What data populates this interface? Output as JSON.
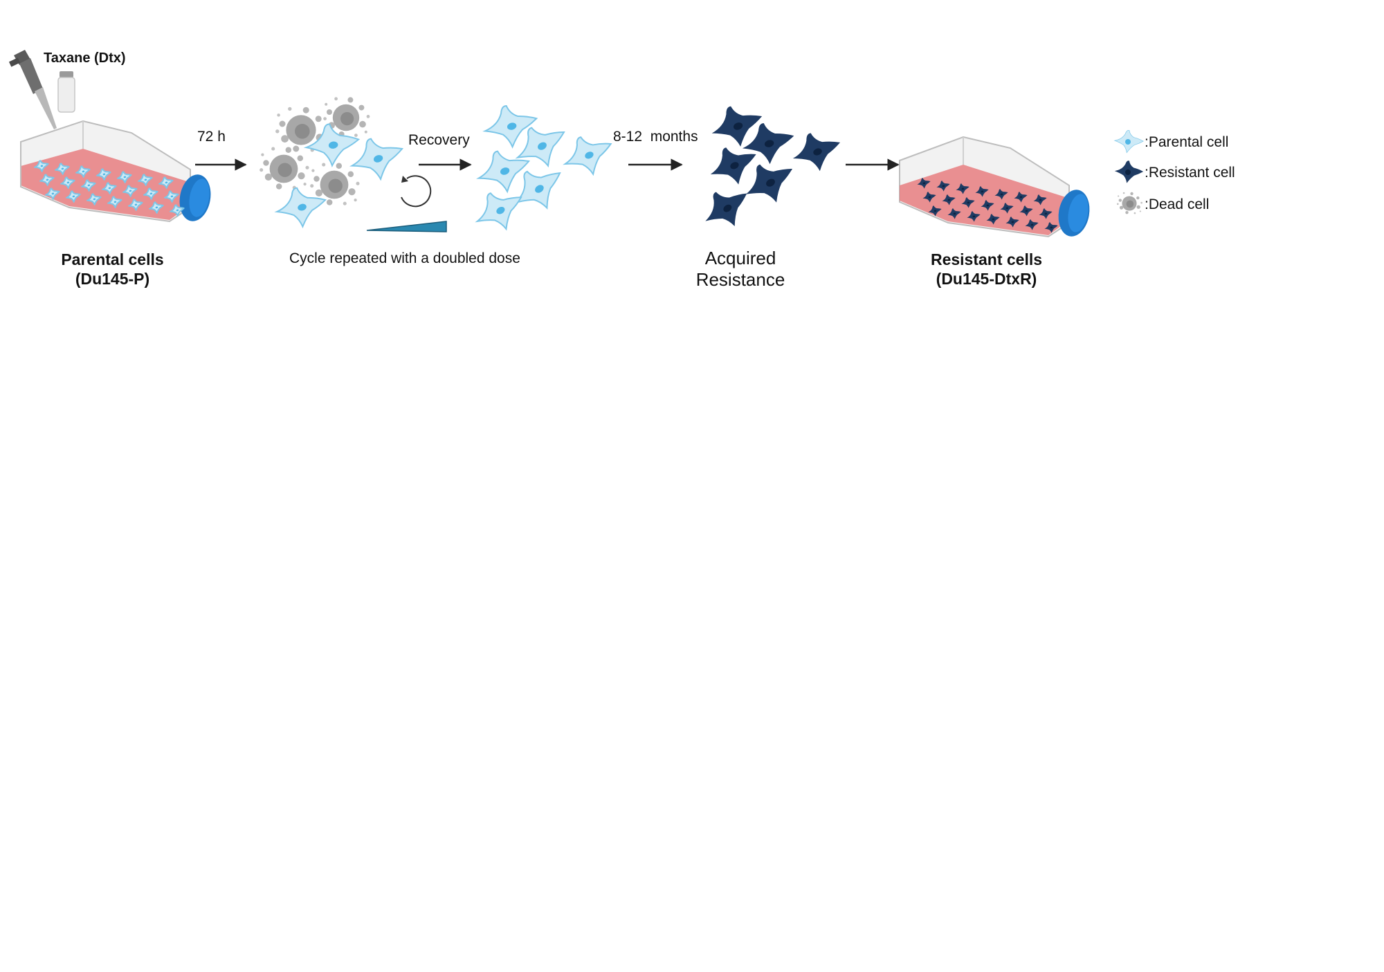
{
  "drug": {
    "label": "Taxane (Dtx)"
  },
  "steps": {
    "parental_title": "Parental cells",
    "parental_subtitle": "(Du145-P)",
    "time_72h": "72 h",
    "recovery": "Recovery",
    "cycle_note": "Cycle repeated with a doubled dose",
    "months": "8-12  months",
    "acquired_line1": "Acquired",
    "acquired_line2": "Resistance",
    "resistant_title": "Resistant cells",
    "resistant_subtitle": "(Du145-DtxR)"
  },
  "legend": {
    "parental": ":Parental cell",
    "resistant": ":Resistant cell",
    "dead": ":Dead cell"
  },
  "colors": {
    "parental_cell": "#cdeaf7",
    "parental_nucleus": "#4fb6e6",
    "resistant_cell": "#1f3b63",
    "resistant_nucleus": "#0d2240",
    "dead_cell": "#a9a9a9",
    "medium": "#e87e80",
    "cap": "#1f78c8",
    "arrow": "#222222",
    "dose_wedge": "#2a88b0"
  },
  "icons": [
    "pipette-icon",
    "vial-icon",
    "flask-icon",
    "cycle-arrow-icon",
    "dose-wedge-icon"
  ]
}
